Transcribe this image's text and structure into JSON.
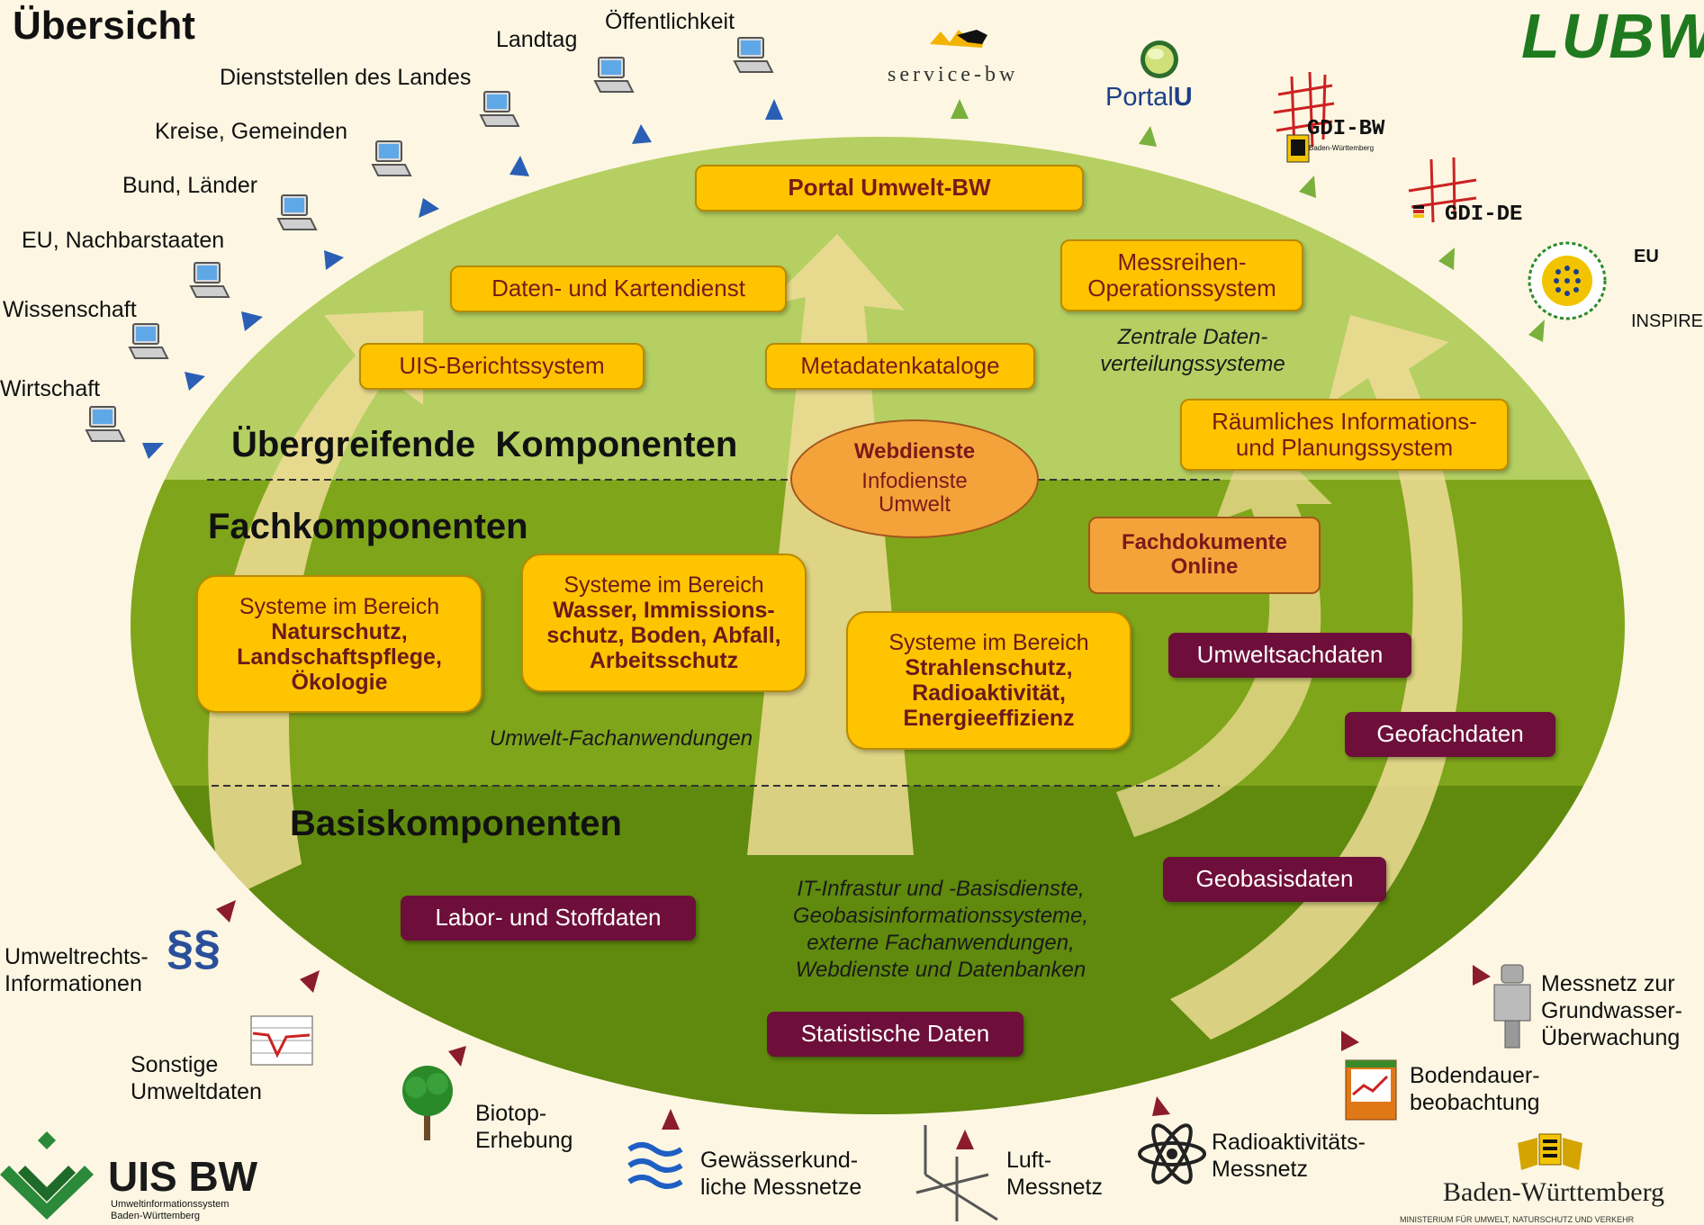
{
  "title": "Übersicht",
  "logo_lubw": "LUBW",
  "recipients": [
    "Öffentlichkeit",
    "Landtag",
    "Dienststellen des Landes",
    "Kreise, Gemeinden",
    "Bund, Länder",
    "EU, Nachbarstaaten",
    "Wissenschaft",
    "Wirtschaft"
  ],
  "partners": {
    "service_bw": "service-bw",
    "portal_u_prefix": "Portal",
    "portal_u_suffix": "U",
    "gdi_bw": "GDI-BW",
    "gdi_bw_sub": "Baden-Württemberg",
    "gdi_de": "GDI-DE",
    "eu": "EU",
    "inspire": "INSPIRE"
  },
  "top": {
    "portal": "Portal Umwelt-BW",
    "daten_karten": "Daten- und Kartendienst",
    "messreihen_line1": "Messreihen-",
    "messreihen_line2": "Operationssystem",
    "uis_bericht": "UIS-Berichtssystem",
    "metadaten": "Metadatenkataloge",
    "zentrale_line1": "Zentrale Daten-",
    "zentrale_line2": "verteilungssysteme",
    "raeumlich_line1": "Räumliches Informations-",
    "raeumlich_line2": "und Planungssystem",
    "layer_title": "Übergreifende  Komponenten"
  },
  "webdienste": {
    "title": "Webdienste",
    "line2": "Infodienste",
    "line3": "Umwelt"
  },
  "fach": {
    "layer_title": "Fachkomponenten",
    "sys_prefix": "Systeme im Bereich",
    "natur": [
      "Naturschutz,",
      "Landschaftspflege,",
      "Ökologie"
    ],
    "wasser": [
      "Wasser, Immissions-",
      "schutz, Boden, Abfall,",
      "Arbeitsschutz"
    ],
    "strahlen": [
      "Strahlenschutz,",
      "Radioaktivität,",
      "Energieeffizienz"
    ],
    "fachdok_line1": "Fachdokumente",
    "fachdok_line2": "Online",
    "umweltsach": "Umweltsachdaten",
    "geofach": "Geofachdaten",
    "fachanw": "Umwelt-Fachanwendungen"
  },
  "basis": {
    "layer_title": "Basiskomponenten",
    "geobasis": "Geobasisdaten",
    "labor": "Labor- und Stoffdaten",
    "statistik": "Statistische Daten",
    "it_lines": [
      "IT-Infrastur und -Basisdienste,",
      "Geobasisinformationssysteme,",
      "externe Fachanwendungen,",
      "Webdienste und Datenbanken"
    ]
  },
  "sources": {
    "umweltrecht_line1": "Umweltrechts-",
    "umweltrecht_line2": "Informationen",
    "paragraph": "§§",
    "sonstige_line1": "Sonstige",
    "sonstige_line2": "Umweltdaten",
    "biotop_line1": "Biotop-",
    "biotop_line2": "Erhebung",
    "gewaesser_line1": "Gewässerkund-",
    "gewaesser_line2": "liche Messnetze",
    "luft_line1": "Luft-",
    "luft_line2": "Messnetz",
    "radio_line1": "Radioaktivitäts-",
    "radio_line2": "Messnetz",
    "boden_line1": "Bodendauer-",
    "boden_line2": "beobachtung",
    "grund_line1": "Messnetz zur",
    "grund_line2": "Grundwasser-",
    "grund_line3": "Überwachung"
  },
  "footer": {
    "uis_logo": "UIS BW",
    "uis_sub1": "Umweltinformationssystem",
    "uis_sub2": "Baden-Württemberg",
    "bw_name": "Baden-Württemberg",
    "ministry": "MINISTERIUM FÜR UMWELT, NATURSCHUTZ UND VERKEHR"
  },
  "colors": {
    "background": "#fdf6e2",
    "layer_top": "#b5cf62",
    "layer_mid": "#7fa51b",
    "layer_bottom": "#5f8a0d",
    "yellow_box": "#ffc400",
    "maroon_box": "#6d0f3a",
    "orange_box": "#f3a33a"
  }
}
